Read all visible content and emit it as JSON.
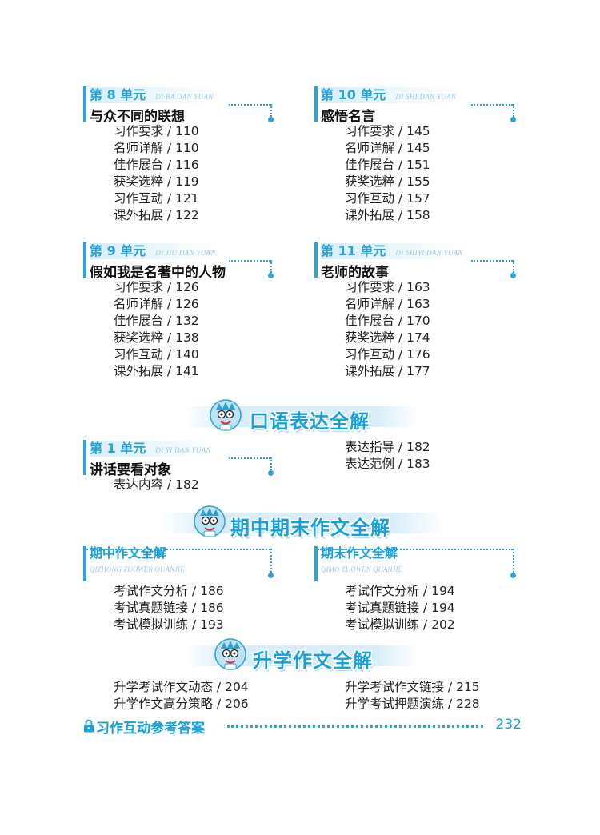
{
  "units": [
    {
      "label": "第 8 单元",
      "pinyin": "DI BA DAN YUAN",
      "title": "与众不同的联想",
      "items": [
        "习作要求 / 110",
        "名师详解 / 110",
        "佳作展台 / 116",
        "获奖选粹 / 119",
        "习作互动 / 121",
        "课外拓展 / 122"
      ]
    },
    {
      "label": "第 10 单元",
      "pinyin": "DI SHI DAN YUAN",
      "title": "感悟名言",
      "items": [
        "习作要求 / 145",
        "名师详解 / 145",
        "佳作展台 / 151",
        "获奖选粹 / 155",
        "习作互动 / 157",
        "课外拓展 / 158"
      ]
    },
    {
      "label": "第 9 单元",
      "pinyin": "DI JIU DAN YUAN",
      "title": "假如我是名著中的人物",
      "items": [
        "习作要求 / 126",
        "名师详解 / 126",
        "佳作展台 / 132",
        "获奖选粹 / 138",
        "习作互动 / 140",
        "课外拓展 / 141"
      ]
    },
    {
      "label": "第 11 单元",
      "pinyin": "DI SHIYI DAN YUAN",
      "title": "老师的故事",
      "items": [
        "习作要求 / 163",
        "名师详解 / 163",
        "佳作展台 / 170",
        "获奖选粹 / 174",
        "习作互动 / 176",
        "课外拓展 / 177"
      ]
    },
    {
      "label": "第 1 单元",
      "pinyin": "DI YI DAN YUAN",
      "title": "讲话要看对象",
      "items": [
        "表达内容 / 182"
      ]
    },
    {
      "label": "期中作文全解",
      "pinyin": "QIZHONG ZUOWEN QUANJIE",
      "title": "",
      "items": [
        "考试作文分析 / 186",
        "考试真题链接 / 186",
        "考试模拟训练 / 193"
      ]
    },
    {
      "label": "期末作文全解",
      "pinyin": "QIMO ZUOWEN QUANJIE",
      "title": "",
      "items": [
        "考试作文分析 / 194",
        "考试真题链接 / 194",
        "考试模拟训练 / 202"
      ]
    }
  ],
  "oral_extra": [
    "表达指导 / 182",
    "表达范例 / 183"
  ],
  "banners": {
    "oral": "口语表达全解",
    "exam": "期中期末作文全解",
    "promotion": "升学作文全解"
  },
  "promotion_items": {
    "left": [
      "升学考试作文动态 / 204",
      "升学作文高分策略 / 206"
    ],
    "right": [
      "升学考试作文链接 / 215",
      "升学考试押题演练 / 228"
    ]
  },
  "answers": {
    "title": "习作互动参考答案",
    "page": "232"
  },
  "colors": {
    "accent": "#2aa3d8",
    "banner_text": "#16a0dc",
    "stripe": "#d7eefa"
  },
  "icons": [
    "mascot-icon",
    "lock-icon"
  ]
}
